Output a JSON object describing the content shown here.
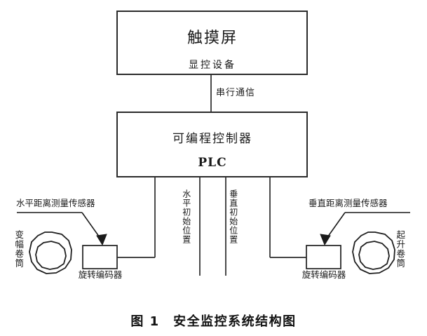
{
  "figure": {
    "caption": "图 1　安全监控系统结构图",
    "caption_number": "图 1",
    "caption_title": "安全监控系统结构图"
  },
  "blocks": {
    "touchscreen": {
      "title": "触摸屏",
      "subtitle": "显控设备"
    },
    "plc": {
      "title": "可编程控制器",
      "subtitle": "PLC"
    },
    "encoder_left": {
      "label": "旋转编码器"
    },
    "encoder_right": {
      "label": "旋转编码器"
    }
  },
  "links": {
    "serial": "串行通信"
  },
  "sensors": {
    "left": {
      "label": "水平距离测量传感器"
    },
    "right": {
      "label": "垂直距离测量传感器"
    }
  },
  "trunk_labels": {
    "horizontal_origin": "水平初始位置",
    "vertical_origin": "垂直初始位置"
  },
  "drums": {
    "left": {
      "label": "变幅卷筒"
    },
    "right": {
      "label": "起升卷筒"
    }
  },
  "colors": {
    "line": "#2b2b2b",
    "text": "#1a1a1a",
    "background": "#ffffff"
  }
}
